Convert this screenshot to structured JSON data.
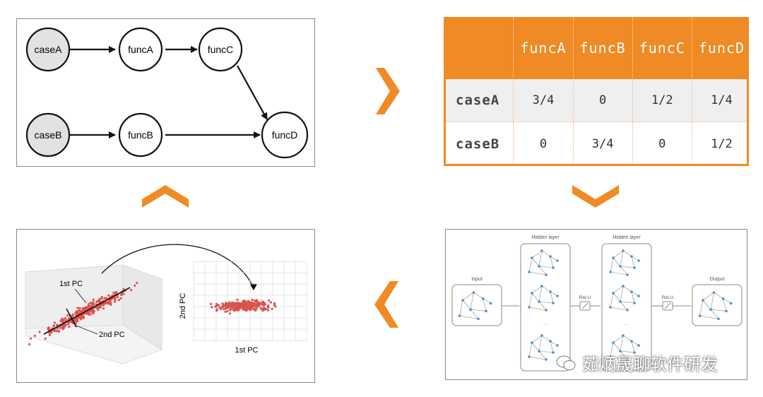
{
  "graph": {
    "nodes": [
      {
        "id": "caseA",
        "label": "caseA",
        "kind": "case"
      },
      {
        "id": "funcA",
        "label": "funcA",
        "kind": "func"
      },
      {
        "id": "funcC",
        "label": "funcC",
        "kind": "func"
      },
      {
        "id": "caseB",
        "label": "caseB",
        "kind": "case"
      },
      {
        "id": "funcB",
        "label": "funcB",
        "kind": "func"
      },
      {
        "id": "funcD",
        "label": "funcD",
        "kind": "func"
      }
    ],
    "edges": [
      [
        "caseA",
        "funcA"
      ],
      [
        "funcA",
        "funcC"
      ],
      [
        "funcC",
        "funcD"
      ],
      [
        "caseB",
        "funcB"
      ],
      [
        "funcB",
        "funcD"
      ]
    ]
  },
  "matrix": {
    "columns": [
      "funcA",
      "funcB",
      "funcC",
      "funcD"
    ],
    "rows": [
      {
        "label": "caseA",
        "values": [
          "3/4",
          "0",
          "1/2",
          "1/4"
        ]
      },
      {
        "label": "caseB",
        "values": [
          "0",
          "3/4",
          "0",
          "1/2"
        ]
      }
    ]
  },
  "pca": {
    "axis1_label": "1st PC",
    "axis2_label": "2nd PC",
    "plot_xlabel": "1st PC",
    "plot_ylabel": "2nd PC"
  },
  "nn": {
    "input_label": "Input",
    "hidden1_label": "Hidden layer",
    "hidden2_label": "Hidden layer",
    "relu1_label": "ReLU",
    "relu2_label": "ReLU",
    "output_label": "Output"
  },
  "watermark": {
    "text": "茹炳晟聊软件研发"
  },
  "colors": {
    "accent": "#f08a24",
    "case_fill": "#e2e2e2",
    "point": "#d9534f"
  }
}
